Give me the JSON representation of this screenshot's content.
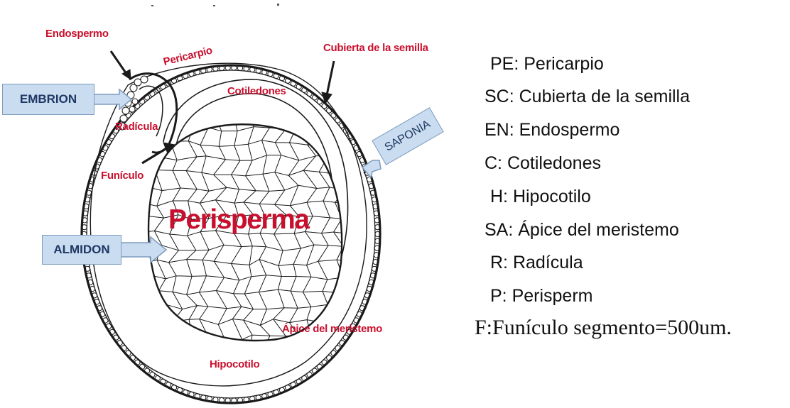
{
  "diagram": {
    "labels": {
      "endospermo": "Endospermo",
      "pericarpio": "Pericarpio",
      "cubierta": "Cubierta de la semilla",
      "cotiledones": "Cotiledones",
      "radicula": "Radícula",
      "funiculo": "Funículo",
      "perisperma": "Perisperma",
      "apice": "Ápice del meristemo",
      "hipocotilo": "Hipocotilo"
    },
    "callouts": {
      "embrion": "EMBRION",
      "almidon": "ALMIDON",
      "saponia": "SAPONIA"
    }
  },
  "legend": {
    "items": [
      "PE: Pericarpio",
      "SC: Cubierta de la semilla",
      "EN: Endospermo",
      "C: Cotiledones",
      "H: Hipocotilo",
      "SA: Ápice del meristemo",
      "R: Radícula",
      "P: Perisperm",
      "F:Funículo segmento=500um."
    ]
  },
  "colors": {
    "label_red": "#c8102e",
    "callout_fill": "#c9dcf0",
    "callout_text": "#1f3864",
    "line": "#1a1a1a"
  }
}
